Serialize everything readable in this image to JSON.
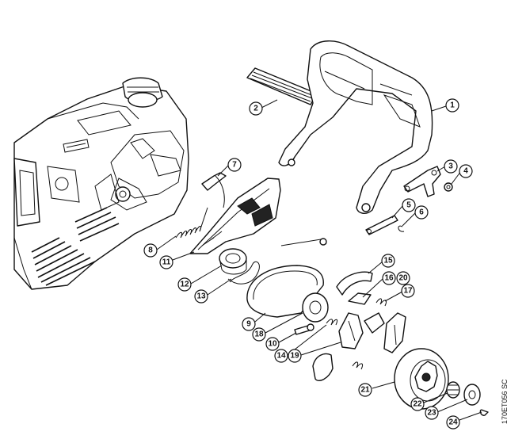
{
  "diagram": {
    "reference_code": "170ET056 SC",
    "callouts": [
      "1",
      "2",
      "3",
      "4",
      "5",
      "6",
      "7",
      "8",
      "9",
      "10",
      "11",
      "12",
      "13",
      "14",
      "15",
      "16",
      "17",
      "18",
      "19",
      "20",
      "21",
      "22",
      "23",
      "24"
    ]
  }
}
